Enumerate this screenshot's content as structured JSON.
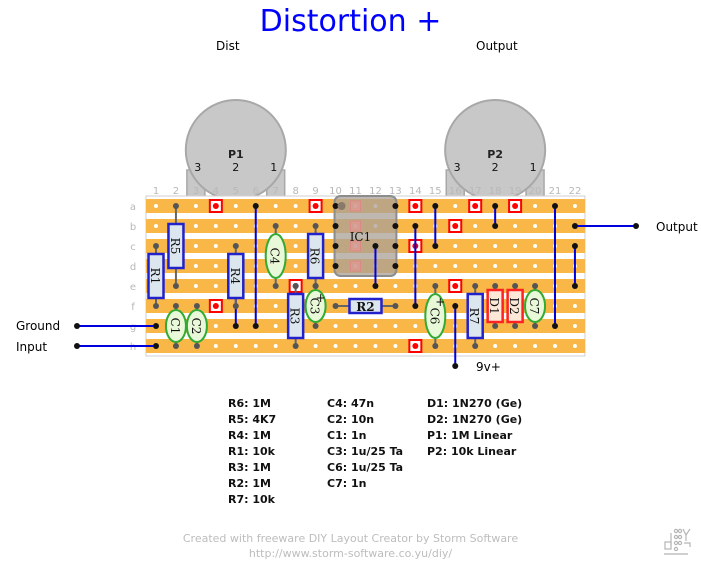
{
  "title": "Distortion +",
  "pot_labels": {
    "p1": "Dist",
    "p2": "Output"
  },
  "board": {
    "columns": [
      "1",
      "2",
      "3",
      "4",
      "5",
      "6",
      "7",
      "8",
      "9",
      "10",
      "11",
      "12",
      "13",
      "14",
      "15",
      "16",
      "17",
      "18",
      "19",
      "20",
      "21",
      "22"
    ],
    "rows": [
      "a",
      "b",
      "c",
      "d",
      "e",
      "f",
      "g",
      "h"
    ],
    "colors": {
      "strip": "#f8b746",
      "hole": "#ffffff",
      "wire": "#0000dd",
      "cut": "#ff0000",
      "resistor_border": "#2222cc",
      "resistor_fill": "#dce6ef",
      "cap_border": "#33aa33",
      "cap_fill": "#e8f8d8",
      "diode_border": "#ff2222",
      "diode_fill": "#fde8d8",
      "pot": "#c8c8c8"
    },
    "cuts": [
      {
        "col": 4,
        "row": "a"
      },
      {
        "col": 9,
        "row": "a"
      },
      {
        "col": 14,
        "row": "a"
      },
      {
        "col": 17,
        "row": "a"
      },
      {
        "col": 19,
        "row": "a"
      },
      {
        "col": 16,
        "row": "b"
      },
      {
        "col": 14,
        "row": "c"
      },
      {
        "col": 8,
        "row": "e"
      },
      {
        "col": 16,
        "row": "e"
      },
      {
        "col": 4,
        "row": "f"
      },
      {
        "col": 14,
        "row": "h"
      }
    ],
    "jumpers": [
      {
        "c1": 6,
        "r1": "a",
        "c2": 6,
        "r2": "g"
      },
      {
        "c1": 5,
        "r1": "d",
        "c2": 5,
        "r2": "g"
      },
      {
        "c1": 14,
        "r1": "b",
        "c2": 14,
        "r2": "f"
      },
      {
        "c1": 15,
        "r1": "a",
        "c2": 15,
        "r2": "c"
      },
      {
        "c1": 18,
        "r1": "a",
        "c2": 18,
        "r2": "b"
      },
      {
        "c1": 21,
        "r1": "a",
        "c2": 21,
        "r2": "g"
      },
      {
        "c1": 22,
        "r1": "c",
        "c2": 22,
        "r2": "e"
      },
      {
        "c1": 12,
        "r1": "c",
        "c2": 12,
        "r2": "e"
      }
    ],
    "resistors": [
      {
        "id": "R1",
        "col": 1,
        "r1": "c",
        "r2": "f"
      },
      {
        "id": "R5",
        "col": 2,
        "r1": "a",
        "r2": "e"
      },
      {
        "id": "R4",
        "col": 5,
        "r1": "c",
        "r2": "f"
      },
      {
        "id": "R6",
        "col": 9,
        "r1": "b",
        "r2": "e"
      },
      {
        "id": "R3",
        "col": 8,
        "r1": "e",
        "r2": "h"
      },
      {
        "id": "R7",
        "col": 17,
        "r1": "e",
        "r2": "h"
      }
    ],
    "resistors_h": [
      {
        "id": "R2",
        "row": "f",
        "c1": 10,
        "c2": 13
      }
    ],
    "caps": [
      {
        "id": "C1",
        "col": 2,
        "r1": "f",
        "r2": "h",
        "polar": false
      },
      {
        "id": "C2",
        "col": 3,
        "r1": "f",
        "r2": "h",
        "polar": false
      },
      {
        "id": "C4",
        "col": 7,
        "r1": "b",
        "r2": "e",
        "polar": false
      },
      {
        "id": "C3",
        "col": 9,
        "r1": "e",
        "r2": "g",
        "polar": true
      },
      {
        "id": "C6",
        "col": 15,
        "r1": "e",
        "r2": "h",
        "polar": true
      },
      {
        "id": "C7",
        "col": 20,
        "r1": "e",
        "r2": "g",
        "polar": false
      }
    ],
    "diodes": [
      {
        "id": "D1",
        "col": 18,
        "r1": "e",
        "r2": "g"
      },
      {
        "id": "D2",
        "col": 19,
        "r1": "e",
        "r2": "g"
      }
    ],
    "ic": {
      "id": "IC1",
      "c1": 10,
      "c2": 13,
      "r1": "a",
      "r2": "d"
    },
    "pots": [
      {
        "id": "P1",
        "pins": [
          "3",
          "2",
          "1"
        ],
        "pin_cols": [
          3,
          5,
          7
        ]
      },
      {
        "id": "P2",
        "pins": [
          "3",
          "2",
          "1"
        ],
        "pin_cols": [
          16,
          18,
          20
        ]
      }
    ],
    "external_wires": [
      {
        "label": "Ground",
        "row": "g",
        "side": "left"
      },
      {
        "label": "Input",
        "row": "h",
        "side": "left"
      },
      {
        "label": "Output",
        "row": "b",
        "side": "right"
      },
      {
        "label": "9v+",
        "col": 16,
        "side": "bottom"
      }
    ]
  },
  "bom": {
    "col1": [
      "R6: 1M",
      "R5: 4K7",
      "R4: 1M",
      "R1: 10k",
      "R3: 1M",
      "R2: 1M",
      "R7: 10k"
    ],
    "col2": [
      "C4: 47n",
      "C2: 10n",
      "C1: 1n",
      "C3: 1u/25 Ta",
      "C6: 1u/25 Ta",
      "C7: 1n"
    ],
    "col3": [
      "D1: 1N270 (Ge)",
      "D2: 1N270 (Ge)",
      "P1: 1M Linear",
      "P2: 10k Linear"
    ]
  },
  "footer": {
    "line1": "Created with freeware DIY Layout Creator by Storm Software",
    "line2": "http://www.storm-software.co.yu/diy/"
  }
}
